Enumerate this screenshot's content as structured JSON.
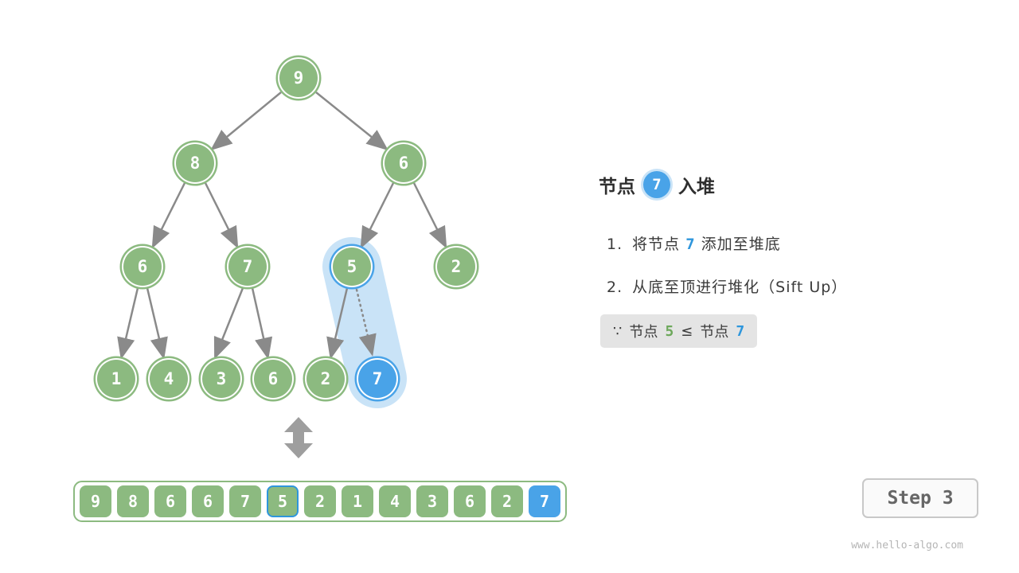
{
  "panel": {
    "title": {
      "prefix": "节点",
      "node_value": "7",
      "suffix": "入堆"
    },
    "steps": [
      {
        "num": "1.",
        "pre": "将节点",
        "highlight": "7",
        "post": "添加至堆底"
      },
      {
        "num": "2.",
        "text": "从底至顶进行堆化（Sift Up）"
      }
    ],
    "note": {
      "symbol": "∵",
      "text_a": "节点",
      "value_a": "5",
      "operator": "≤",
      "text_b": "节点",
      "value_b": "7"
    }
  },
  "tree": {
    "nodes": [
      "9",
      "8",
      "6",
      "6",
      "7",
      "5",
      "2",
      "1",
      "4",
      "3",
      "6",
      "2",
      "7"
    ]
  },
  "array": {
    "values": [
      "9",
      "8",
      "6",
      "6",
      "7",
      "5",
      "2",
      "1",
      "4",
      "3",
      "6",
      "2",
      "7"
    ]
  },
  "footer": {
    "step_label": "Step 3",
    "watermark": "www.hello-algo.com"
  },
  "colors": {
    "node_green": "#8cba80",
    "node_blue": "#49a3e8",
    "highlight_capsule": "#c9e3f7",
    "edge_gray": "#8a8a8a"
  }
}
